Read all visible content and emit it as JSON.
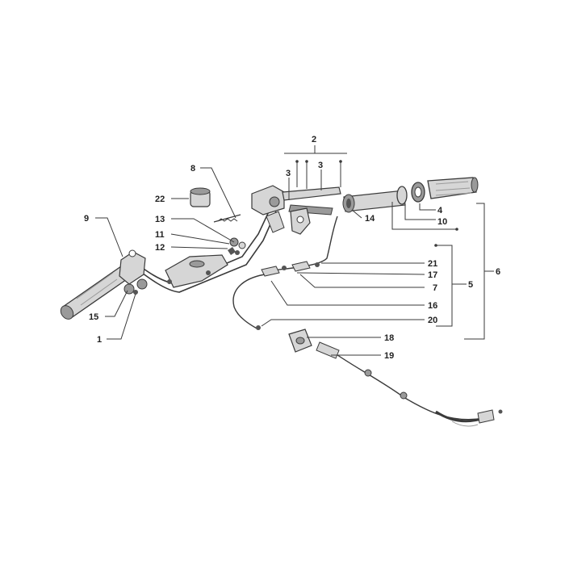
{
  "colors": {
    "line": "#3a3a3a",
    "fill_light": "#d6d6d6",
    "fill_mid": "#9a9a9a",
    "fill_dark": "#555555",
    "label": "#222222",
    "background": "#ffffff"
  },
  "callouts": {
    "c1": "1",
    "c2": "2",
    "c3": "3",
    "c4": "4",
    "c5": "5",
    "c6": "6",
    "c7": "7",
    "c8": "8",
    "c9": "9",
    "c10": "10",
    "c11": "11",
    "c12": "12",
    "c13": "13",
    "c14": "14",
    "c15": "15",
    "c16": "16",
    "c17": "17",
    "c18": "18",
    "c19": "19",
    "c20": "20",
    "c21": "21",
    "c22": "22",
    "c3b": "3"
  }
}
